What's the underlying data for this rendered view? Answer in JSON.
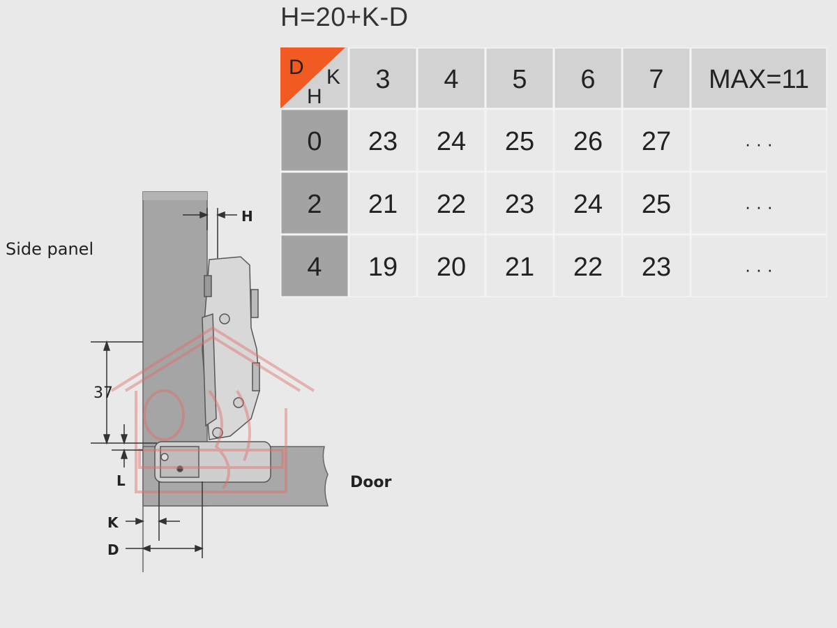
{
  "formula": "H=20+K-D",
  "table": {
    "corner": {
      "top_left": "D",
      "top_right": "K",
      "bottom": "H"
    },
    "k_headers": [
      "3",
      "4",
      "5",
      "6",
      "7",
      "MAX=11"
    ],
    "rows": [
      {
        "d": "0",
        "values": [
          "23",
          "24",
          "25",
          "26",
          "27",
          "· · ·"
        ]
      },
      {
        "d": "2",
        "values": [
          "21",
          "22",
          "23",
          "24",
          "25",
          "· · ·"
        ]
      },
      {
        "d": "4",
        "values": [
          "19",
          "20",
          "21",
          "22",
          "23",
          "· · ·"
        ]
      }
    ]
  },
  "diagram": {
    "side_panel_label": "Side panel",
    "door_label": "Door",
    "dim_h": "H",
    "dim_37": "37",
    "dim_l": "L",
    "dim_k": "K",
    "dim_d": "D"
  },
  "colors": {
    "corner_accent": "#f15a22",
    "header_bg": "#d2d2d2",
    "row_header_bg": "#a3a3a3",
    "cell_bg": "#e9e9e9",
    "watermark": "#e0706a"
  },
  "icons": {
    "watermark": "house-logo-watermark-icon"
  }
}
